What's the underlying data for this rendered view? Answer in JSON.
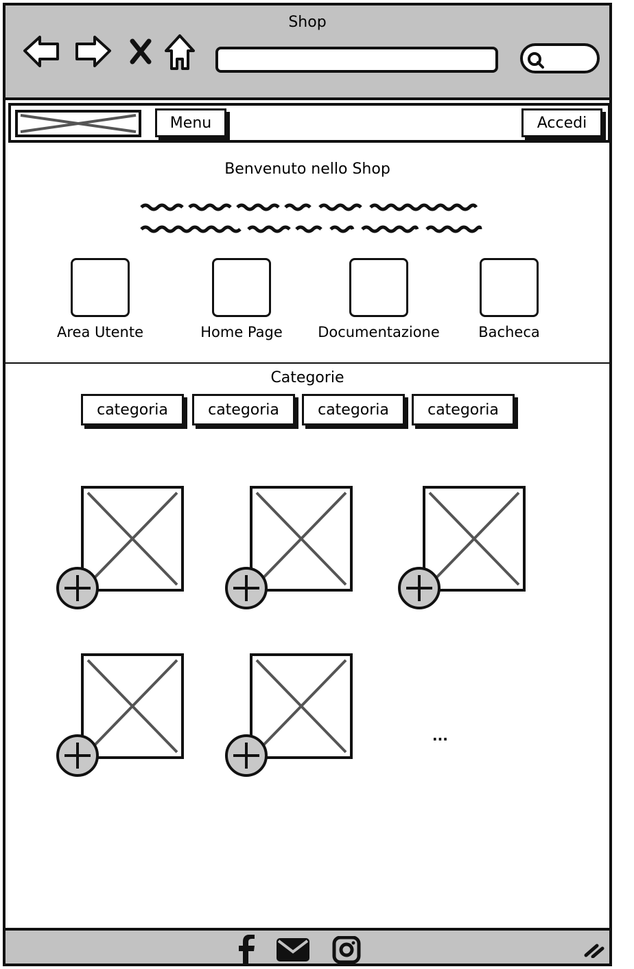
{
  "window": {
    "title": "Shop"
  },
  "browser": {
    "back_icon": "arrow-left-icon",
    "forward_icon": "arrow-right-icon",
    "stop_icon": "close-icon",
    "home_icon": "home-icon",
    "search_icon": "search-icon",
    "url": "",
    "search": ""
  },
  "topnav": {
    "menu_label": "Menu",
    "login_label": "Accedi"
  },
  "hero": {
    "title": "Benvenuto nello Shop"
  },
  "tiles": [
    {
      "label": "Area Utente"
    },
    {
      "label": "Home Page"
    },
    {
      "label": "Documentazione"
    },
    {
      "label": "Bacheca"
    }
  ],
  "categories": {
    "title": "Categorie",
    "items": [
      "categoria",
      "categoria",
      "categoria",
      "categoria"
    ]
  },
  "products": {
    "count": 5,
    "more": "..."
  },
  "footer": {
    "icons": [
      "facebook-icon",
      "mail-icon",
      "instagram-icon"
    ]
  },
  "colors": {
    "chrome": "#c2c2c2",
    "plus": "#c8c8c8",
    "placeholder_x": "#555555"
  }
}
